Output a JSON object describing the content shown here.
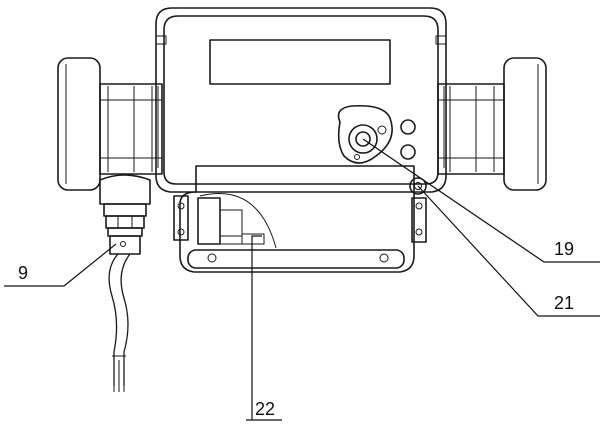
{
  "callouts": [
    {
      "id": "c9",
      "label": "9"
    },
    {
      "id": "c19",
      "label": "19"
    },
    {
      "id": "c21",
      "label": "21"
    },
    {
      "id": "c22",
      "label": "22"
    }
  ],
  "colors": {
    "ink": "#1a1a1a",
    "background": "#ffffff"
  }
}
